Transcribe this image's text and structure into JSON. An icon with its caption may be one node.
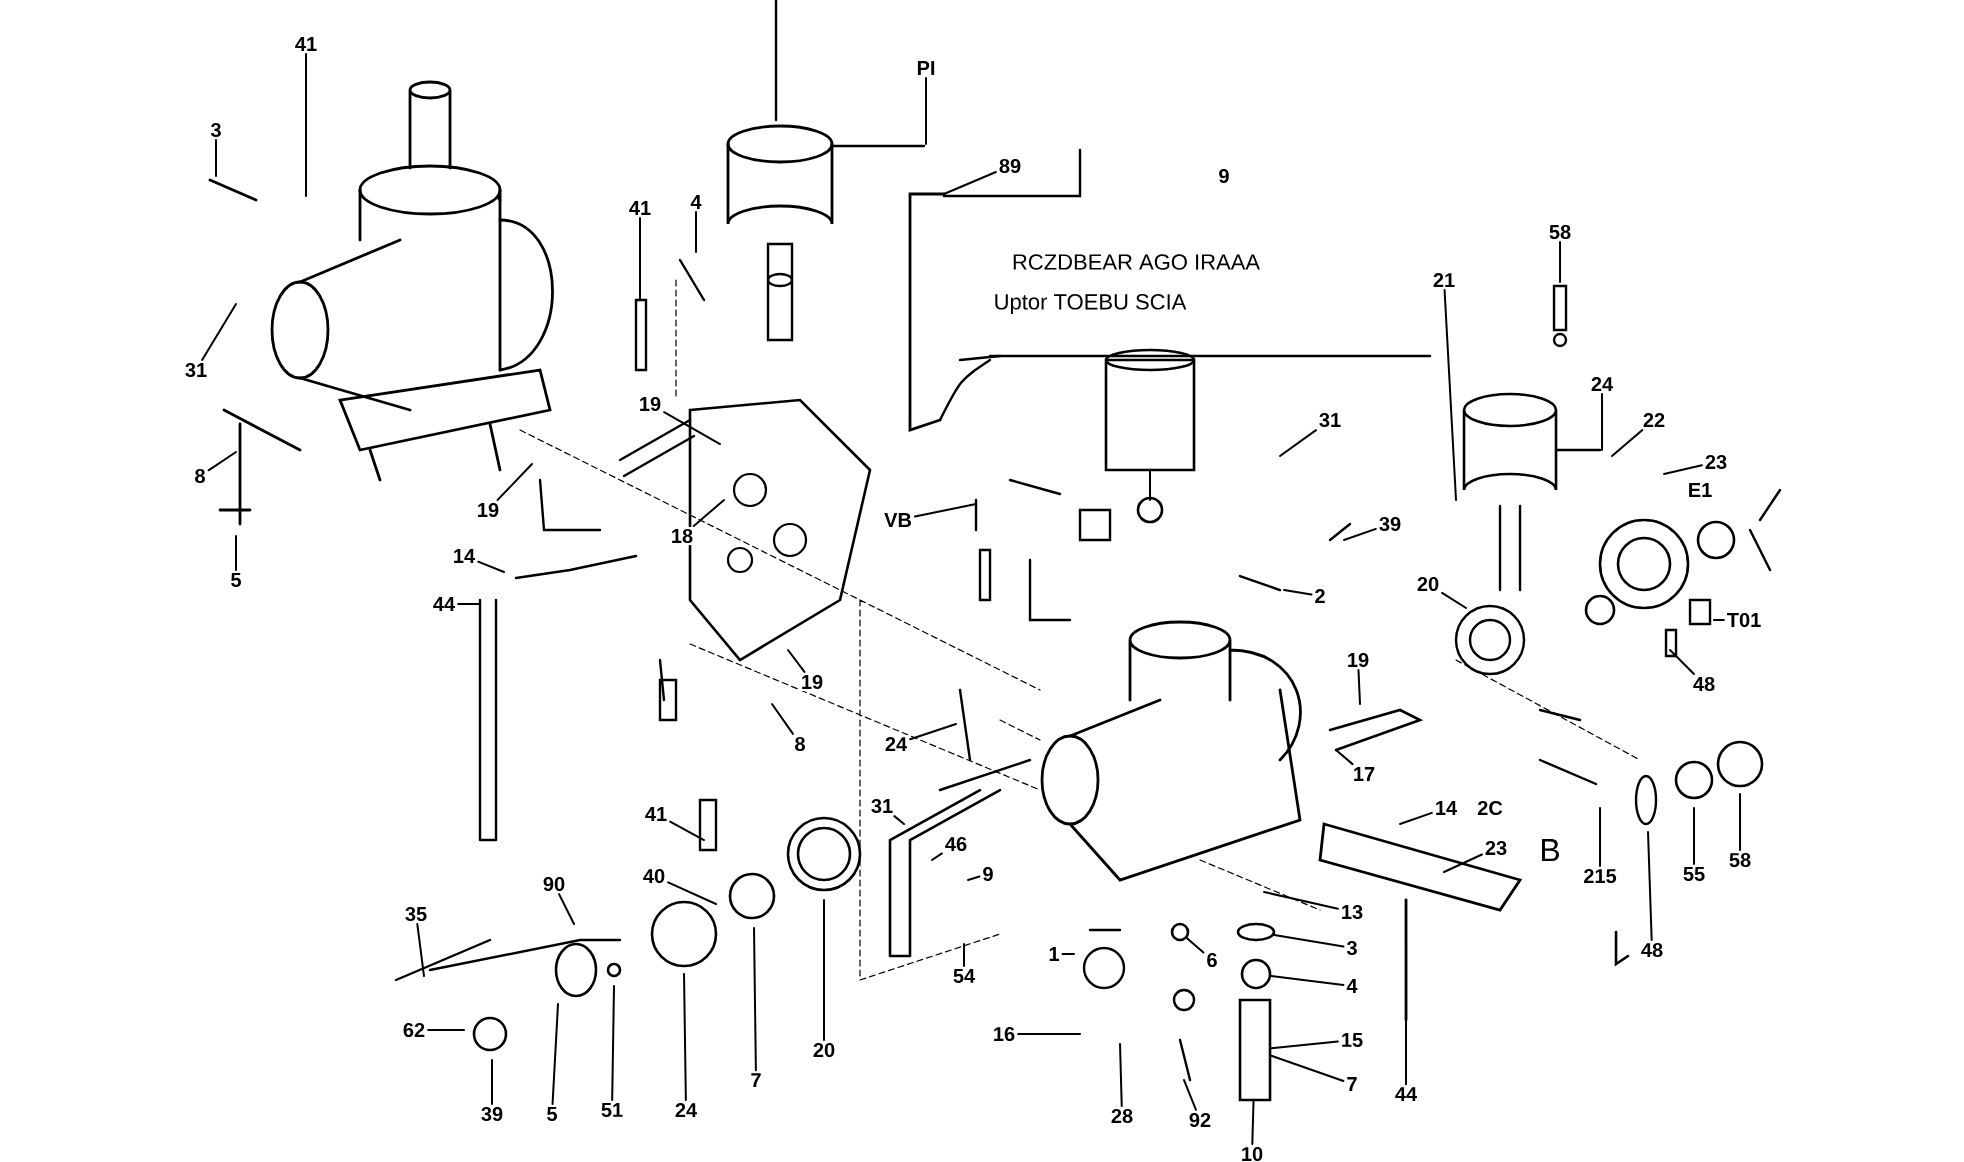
{
  "diagram": {
    "nodes": [
      {
        "text": [
          "41"
        ]
      },
      {
        "text": [
          "3"
        ]
      },
      {
        "text": [
          "31"
        ]
      },
      {
        "text": [
          "8"
        ]
      },
      {
        "text": [
          "5"
        ]
      },
      {
        "text": [
          "41"
        ]
      },
      {
        "text": [
          "4"
        ]
      },
      {
        "text": [
          "19"
        ]
      },
      {
        "text": [
          "19"
        ]
      },
      {
        "text": [
          "18"
        ]
      },
      {
        "text": [
          "14"
        ]
      },
      {
        "text": [
          "44"
        ]
      },
      {
        "text": [
          "PI"
        ]
      },
      {
        "text": [
          "89"
        ]
      },
      {
        "text": [
          "VB"
        ]
      },
      {
        "text": [
          "19"
        ]
      },
      {
        "text": [
          "8"
        ]
      },
      {
        "text": [
          "24"
        ]
      },
      {
        "text": [
          "41"
        ]
      },
      {
        "text": [
          "40"
        ]
      },
      {
        "text": [
          "35"
        ]
      },
      {
        "text": [
          "90"
        ]
      },
      {
        "text": [
          "62"
        ]
      },
      {
        "text": [
          "39"
        ]
      },
      {
        "text": [
          "5"
        ]
      },
      {
        "text": [
          "51"
        ]
      },
      {
        "text": [
          "24"
        ]
      },
      {
        "text": [
          "7"
        ]
      },
      {
        "text": [
          "20"
        ]
      },
      {
        "text": [
          "31"
        ]
      },
      {
        "text": [
          "46"
        ]
      },
      {
        "text": [
          "9"
        ]
      },
      {
        "text": [
          "54"
        ]
      },
      {
        "text": [
          "19"
        ]
      },
      {
        "text": [
          "17"
        ]
      },
      {
        "text": [
          "14"
        ]
      },
      {
        "text": [
          "23"
        ]
      },
      {
        "text": [
          "13"
        ]
      },
      {
        "text": [
          "3"
        ]
      },
      {
        "text": [
          "4"
        ]
      },
      {
        "text": [
          "15"
        ]
      },
      {
        "text": [
          "7"
        ]
      },
      {
        "text": [
          "10"
        ]
      },
      {
        "text": [
          "92"
        ]
      },
      {
        "text": [
          "28"
        ]
      },
      {
        "text": [
          "16"
        ]
      },
      {
        "text": [
          "1"
        ]
      },
      {
        "text": [
          "6"
        ]
      },
      {
        "text": [
          "44"
        ]
      },
      {
        "text": [
          "2"
        ]
      },
      {
        "text": [
          "39"
        ]
      },
      {
        "text": [
          "31"
        ]
      },
      {
        "text": [
          "21"
        ]
      },
      {
        "text": [
          "58"
        ]
      },
      {
        "text": [
          "24"
        ]
      },
      {
        "text": [
          "22"
        ]
      },
      {
        "text": [
          "23"
        ]
      },
      {
        "text": [
          "20"
        ]
      },
      {
        "text": [
          "T01"
        ]
      },
      {
        "text": [
          "48"
        ]
      },
      {
        "text": [
          "215"
        ]
      },
      {
        "text": [
          "55"
        ]
      },
      {
        "text": [
          "58"
        ]
      },
      {
        "text": [
          "48"
        ]
      },
      {
        "text": [],
        "shape": "circle"
      },
      {
        "text": [],
        "shape": "circle"
      },
      {
        "text": [],
        "shape": "box"
      },
      {
        "text": [],
        "shape": "circle"
      }
    ],
    "edges": [
      {
        "from": 0,
        "to": null,
        "arrow": "none"
      },
      {
        "from": 1,
        "to": null,
        "arrow": "none"
      },
      {
        "from": 2,
        "to": null,
        "arrow": "none"
      },
      {
        "from": 3,
        "to": null,
        "arrow": "none"
      },
      {
        "from": 4,
        "to": null,
        "arrow": "none"
      },
      {
        "from": 5,
        "to": null,
        "arrow": "none"
      },
      {
        "from": 6,
        "to": null,
        "arrow": "none"
      },
      {
        "from": 7,
        "to": null,
        "arrow": "none"
      },
      {
        "from": 8,
        "to": null,
        "arrow": "none"
      },
      {
        "from": 9,
        "to": null,
        "arrow": "none"
      },
      {
        "from": 10,
        "to": null,
        "arrow": "none"
      },
      {
        "from": 11,
        "to": null,
        "arrow": "none"
      },
      {
        "from": 12,
        "to": null,
        "arrow": "none"
      },
      {
        "from": 13,
        "to": null,
        "arrow": "none"
      },
      {
        "from": 14,
        "to": null,
        "arrow": "none"
      },
      {
        "from": 15,
        "to": null,
        "arrow": "none"
      },
      {
        "from": 16,
        "to": null,
        "arrow": "none"
      },
      {
        "from": 17,
        "to": null,
        "arrow": "none"
      },
      {
        "from": 18,
        "to": null,
        "arrow": "none"
      },
      {
        "from": 19,
        "to": null,
        "arrow": "none"
      },
      {
        "from": 20,
        "to": null,
        "arrow": "none"
      },
      {
        "from": 21,
        "to": null,
        "arrow": "none"
      },
      {
        "from": 22,
        "to": null,
        "arrow": "none"
      },
      {
        "from": 23,
        "to": null,
        "arrow": "none"
      },
      {
        "from": 24,
        "to": null,
        "arrow": "none"
      },
      {
        "from": 25,
        "to": null,
        "arrow": "none"
      },
      {
        "from": 26,
        "to": null,
        "arrow": "none"
      },
      {
        "from": 27,
        "to": null,
        "arrow": "none"
      },
      {
        "from": 28,
        "to": null,
        "arrow": "none"
      },
      {
        "from": 29,
        "to": null,
        "arrow": "none"
      },
      {
        "from": 30,
        "to": null,
        "arrow": "none"
      },
      {
        "from": 31,
        "to": null,
        "arrow": "none"
      },
      {
        "from": 32,
        "to": null,
        "arrow": "none"
      },
      {
        "from": 33,
        "to": null,
        "arrow": "none"
      },
      {
        "from": 34,
        "to": null,
        "arrow": "none"
      },
      {
        "from": 35,
        "to": null,
        "arrow": "none"
      },
      {
        "from": 36,
        "to": null,
        "arrow": "none"
      },
      {
        "from": 37,
        "to": null,
        "arrow": "none"
      },
      {
        "from": 38,
        "to": 64,
        "arrow": "none"
      },
      {
        "from": 39,
        "to": 65,
        "arrow": "none"
      },
      {
        "from": 40,
        "to": 66,
        "arrow": "none"
      },
      {
        "from": 41,
        "to": 66,
        "arrow": "none"
      },
      {
        "from": 42,
        "to": 66,
        "arrow": "none"
      },
      {
        "from": 43,
        "to": null,
        "arrow": "none"
      },
      {
        "from": 44,
        "to": null,
        "arrow": "none"
      },
      {
        "from": 45,
        "to": null,
        "arrow": "none"
      },
      {
        "from": 46,
        "to": null,
        "arrow": "none"
      },
      {
        "from": 47,
        "to": 67,
        "arrow": "none"
      },
      {
        "from": 48,
        "to": null,
        "arrow": "none"
      },
      {
        "from": 49,
        "to": null,
        "arrow": "none"
      },
      {
        "from": 50,
        "to": null,
        "arrow": "none"
      },
      {
        "from": 51,
        "to": null,
        "arrow": "none"
      },
      {
        "from": 52,
        "to": null,
        "arrow": "none"
      },
      {
        "from": 53,
        "to": null,
        "arrow": "none"
      },
      {
        "from": 54,
        "to": null,
        "arrow": "none"
      },
      {
        "from": 55,
        "to": null,
        "arrow": "none"
      },
      {
        "from": 56,
        "to": null,
        "arrow": "none"
      },
      {
        "from": 57,
        "to": null,
        "arrow": "none"
      },
      {
        "from": 58,
        "to": null,
        "arrow": "none"
      },
      {
        "from": 59,
        "to": null,
        "arrow": "none"
      },
      {
        "from": 60,
        "to": null,
        "arrow": "none"
      },
      {
        "from": 61,
        "to": null,
        "arrow": "none"
      },
      {
        "from": 62,
        "to": null,
        "arrow": "none"
      },
      {
        "from": 63,
        "to": null,
        "arrow": "none"
      }
    ],
    "labels": [
      "9",
      "RCZDBEAR AGO IRAAA",
      "Uptor TOEBU SCIA",
      "2C",
      "B",
      "E1"
    ]
  }
}
